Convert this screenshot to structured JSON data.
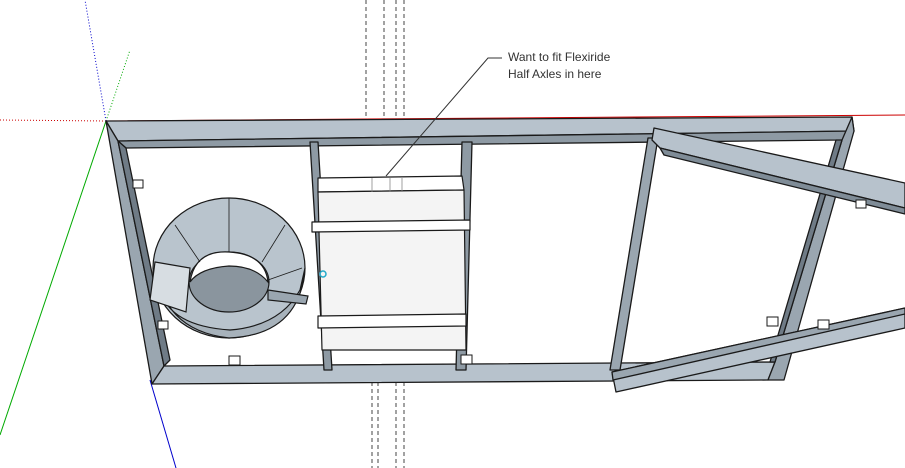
{
  "app": {
    "name": "3D modeling viewport"
  },
  "annotation": {
    "line1": "Want to fit Flexiride",
    "line2": "Half Axles in here"
  },
  "colors": {
    "background": "#ffffff",
    "frame_top": "#b7c2cc",
    "frame_side": "#7f8c97",
    "frame_edge": "#1a1a1a",
    "axis_red": "#cc0000",
    "axis_green": "#00aa00",
    "axis_blue": "#0000cc",
    "box_face": "#f4f4f4",
    "tank_top": "#b9c4cd",
    "tank_inner": "#8a959e",
    "inference_point": "#22a9c9"
  },
  "icons": {
    "axis_origin": "axis-origin-icon",
    "inference_point": "inference-point-icon"
  }
}
